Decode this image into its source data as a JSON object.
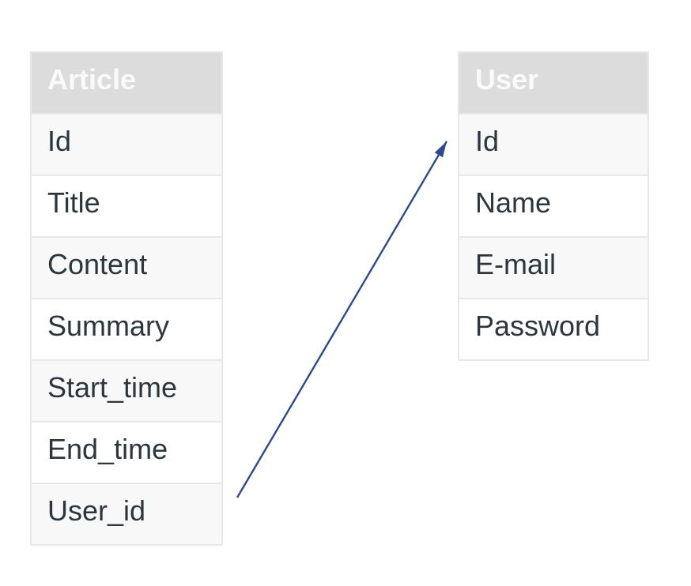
{
  "diagram": {
    "type": "entity-relationship",
    "tables": [
      {
        "name": "Article",
        "fields": [
          "Id",
          "Title",
          "Content",
          "Summary",
          "Start_time",
          "End_time",
          "User_id"
        ]
      },
      {
        "name": "User",
        "fields": [
          "Id",
          "Name",
          "E-mail",
          "Password"
        ]
      }
    ],
    "relation": {
      "from_table": "Article",
      "from_field": "User_id",
      "to_table": "User",
      "to_field": "Id"
    },
    "colors": {
      "header_bg": "#dcdcdc",
      "header_text": "#fafafa",
      "row_bg": "#ffffff",
      "row_alt_bg": "#f8f8f8",
      "border": "#e8e8e8",
      "text": "#2c363f",
      "arrow": "#2b4a8f"
    }
  }
}
